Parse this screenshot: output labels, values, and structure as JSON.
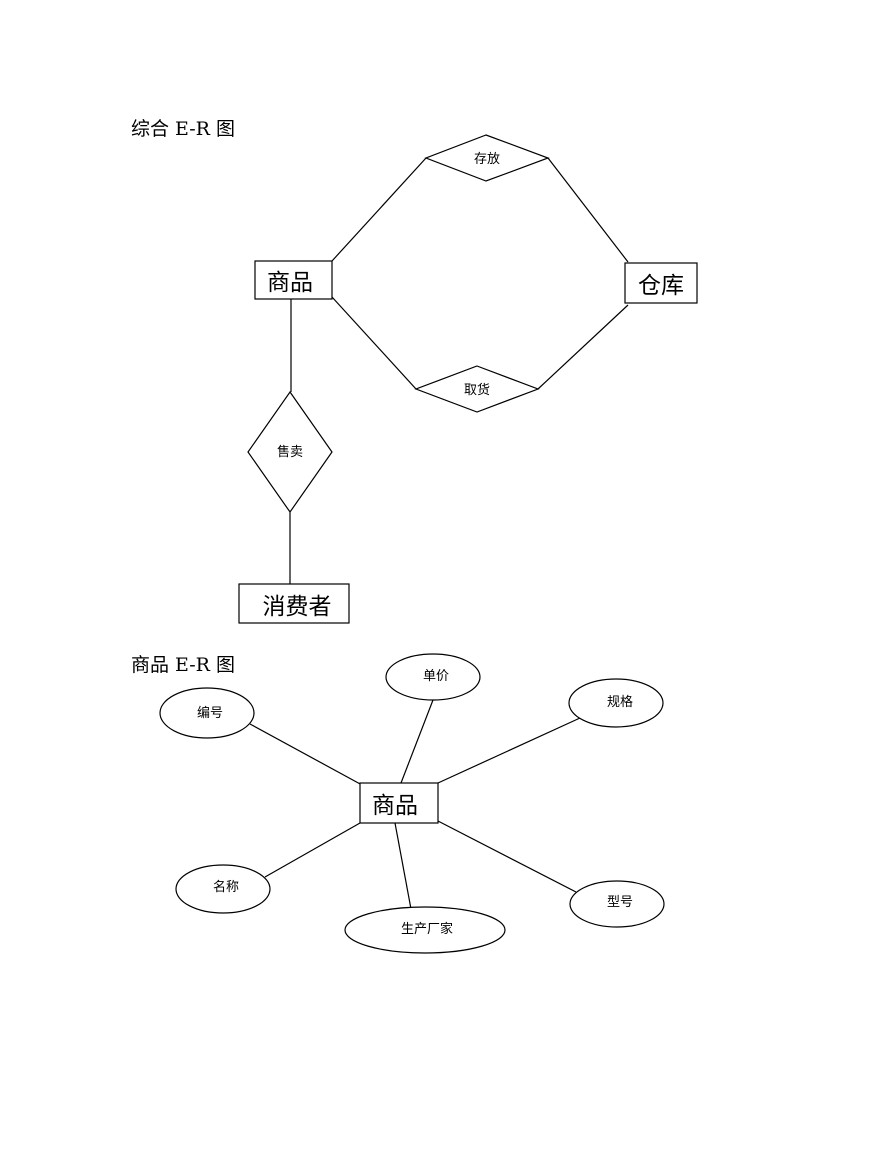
{
  "overall_diagram": {
    "title": "综合 E-R 图",
    "entities": {
      "product": "商品",
      "warehouse": "仓库",
      "consumer": "消费者"
    },
    "relationships": {
      "store": "存放",
      "pickup": "取货",
      "sell": "售卖"
    }
  },
  "product_diagram": {
    "title": "商品 E-R 图",
    "entity": "商品",
    "attributes": {
      "number": "编号",
      "unit_price": "单价",
      "specification": "规格",
      "name": "名称",
      "manufacturer": "生产厂家",
      "model": "型号"
    }
  }
}
